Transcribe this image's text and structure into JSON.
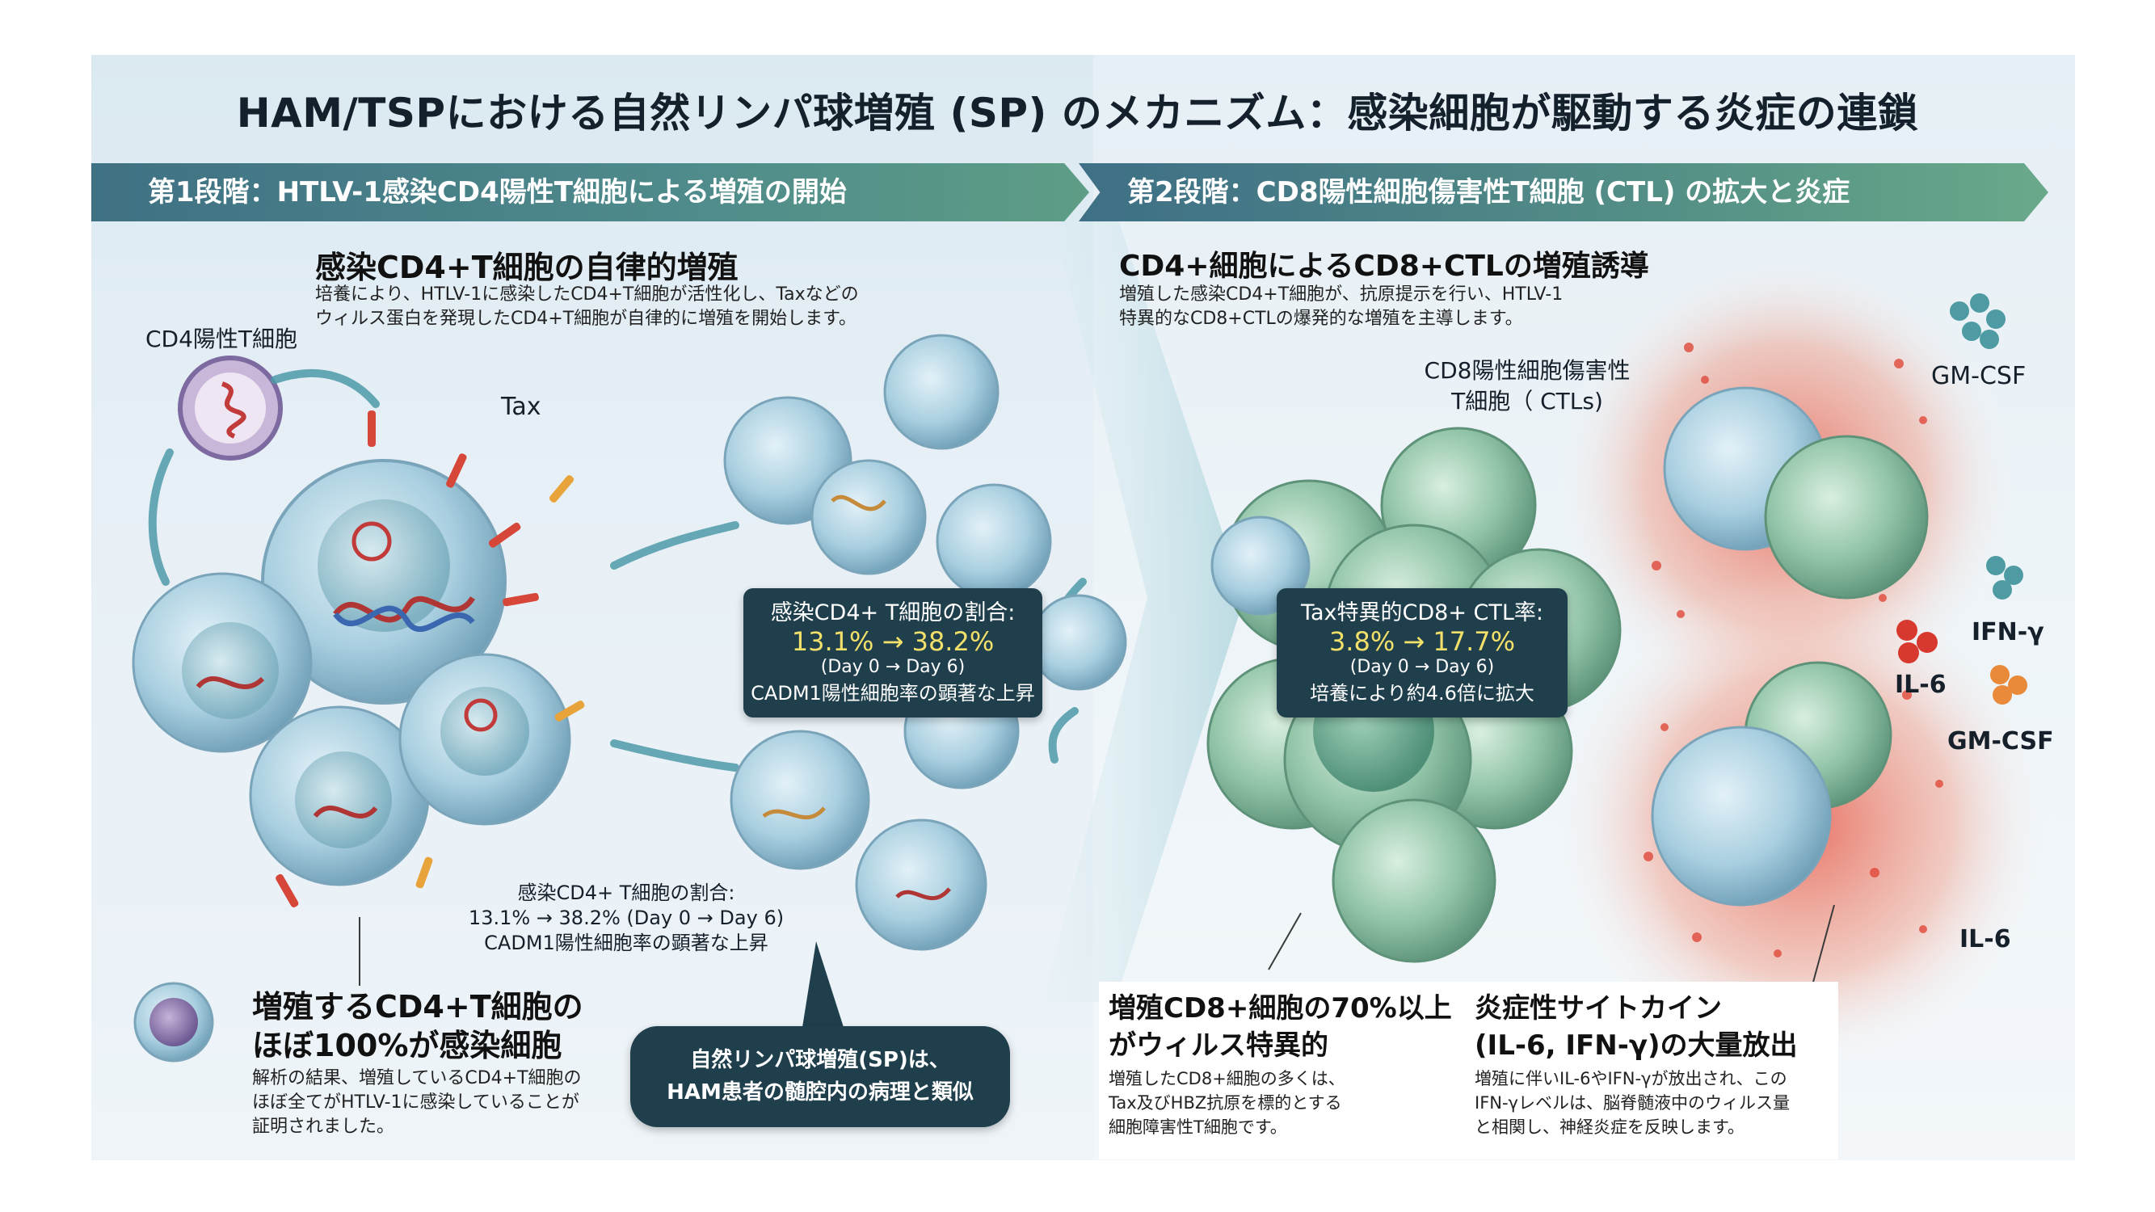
{
  "title": "HAM/TSPにおける自然リンパ球増殖 (SP) のメカニズム：感染細胞が駆動する炎症の連鎖",
  "stage1": {
    "banner": "第1段階：HTLV-1感染CD4陽性T細胞による増殖の開始",
    "heading": "感染CD4+T細胞の自律的増殖",
    "desc_line1": "培養により、HTLV-1に感染したCD4+T細胞が活性化し、Taxなどの",
    "desc_line2": "ウィルス蛋白を発現したCD4+T細胞が自律的に増殖を開始します。",
    "label_cd4": "CD4陽性T細胞",
    "label_tax": "Tax",
    "ratio_box": {
      "line1": "感染CD4+ T細胞の割合:",
      "line2": "13.1% → 38.2%",
      "line3": "(Day 0 → Day 6)",
      "line4": "CADM1陽性細胞率の顕著な上昇"
    },
    "ratio_caption": {
      "line1": "感染CD4+ T細胞の割合:",
      "line2": "13.1% → 38.2% (Day 0 → Day 6)",
      "line3": "CADM1陽性細胞率の顕著な上昇"
    },
    "bottom_heading_line1": "増殖するCD4+T細胞の",
    "bottom_heading_line2": "ほぼ100%が感染細胞",
    "bottom_desc_line1": "解析の結果、増殖しているCD4+T細胞の",
    "bottom_desc_line2": "ほぼ全てがHTLV-1に感染していることが",
    "bottom_desc_line3": "証明されました。",
    "pill_line1": "自然リンパ球増殖(SP)は、",
    "pill_line2": "HAM患者の髄腔内の病理と類似"
  },
  "stage2": {
    "banner": "第2段階：CD8陽性細胞傷害性T細胞 (CTL) の拡大と炎症",
    "heading": "CD4+細胞によるCD8+CTLの増殖誘導",
    "desc_line1": "増殖した感染CD4+T細胞が、抗原提示を行い、HTLV-1",
    "desc_line2": "特異的なCD8+CTLの爆発的な増殖を主導します。",
    "ctl_label_line1": "CD8陽性細胞傷害性",
    "ctl_label_line2": "T細胞（ CTLs)",
    "ctl_box": {
      "line1": "Tax特異的CD8+ CTL率:",
      "line2": "3.8% → 17.7%",
      "line3": "(Day 0 → Day 6)",
      "line4": "培養により約4.6倍に拡大"
    },
    "bottom_heading_line1": "増殖CD8+細胞の70%以上",
    "bottom_heading_line2": "がウィルス特異的",
    "bottom_desc_line1": "増殖したCD8+細胞の多くは、",
    "bottom_desc_line2": "Tax及びHBZ抗原を標的とする",
    "bottom_desc_line3": "細胞障害性T細胞です。"
  },
  "cytokines": {
    "labels": [
      "GM-CSF",
      "IFN-γ",
      "IL-6",
      "GM-CSF",
      "IL-6"
    ],
    "heading_line1": "炎症性サイトカイン",
    "heading_line2": "(IL-6, IFN-γ)の大量放出",
    "desc_line1": "増殖に伴いIL-6やIFN-γが放出され、この",
    "desc_line2": "IFN-γレベルは、脳脊髄液中のウィルス量",
    "desc_line3": "と相関し、神経炎症を反映します。"
  },
  "colors": {
    "banner_start": "#3f7184",
    "banner_end": "#5e9d86",
    "box_bg": "#1f3f4c",
    "highlight_yellow": "#f3e06a",
    "cd4_cell": "#a9cfe0",
    "ctl_cell": "#8fc3a6",
    "inflammation_red": "#e0483a"
  }
}
